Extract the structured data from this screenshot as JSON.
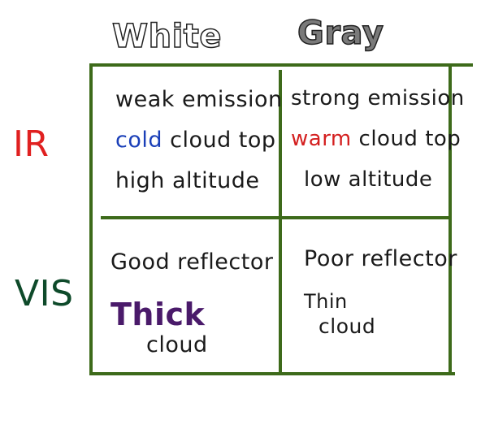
{
  "columns": [
    "White",
    "Gray"
  ],
  "rows": [
    {
      "label": "IR",
      "color": "#e02020"
    },
    {
      "label": "VIS",
      "color": "#0e4a2a"
    }
  ],
  "cells": {
    "ir_white": [
      {
        "text": "weak emission"
      },
      {
        "highlight": "cold",
        "highlight_color": "#1a3fb8",
        "rest": "cloud top"
      },
      {
        "text": "high altitude"
      }
    ],
    "ir_gray": [
      {
        "text": "strong emission"
      },
      {
        "highlight": "warm",
        "highlight_color": "#d42020",
        "rest": "cloud top"
      },
      {
        "text": "low altitude"
      }
    ],
    "vis_white": {
      "line1": "Good reflector",
      "emph": "Thick",
      "emph_color": "#4a1a6a",
      "line2": "cloud"
    },
    "vis_gray": {
      "line1": "Poor reflector",
      "line2": "Thin",
      "line3": "cloud"
    }
  },
  "grid_color": "#3d6a1a"
}
